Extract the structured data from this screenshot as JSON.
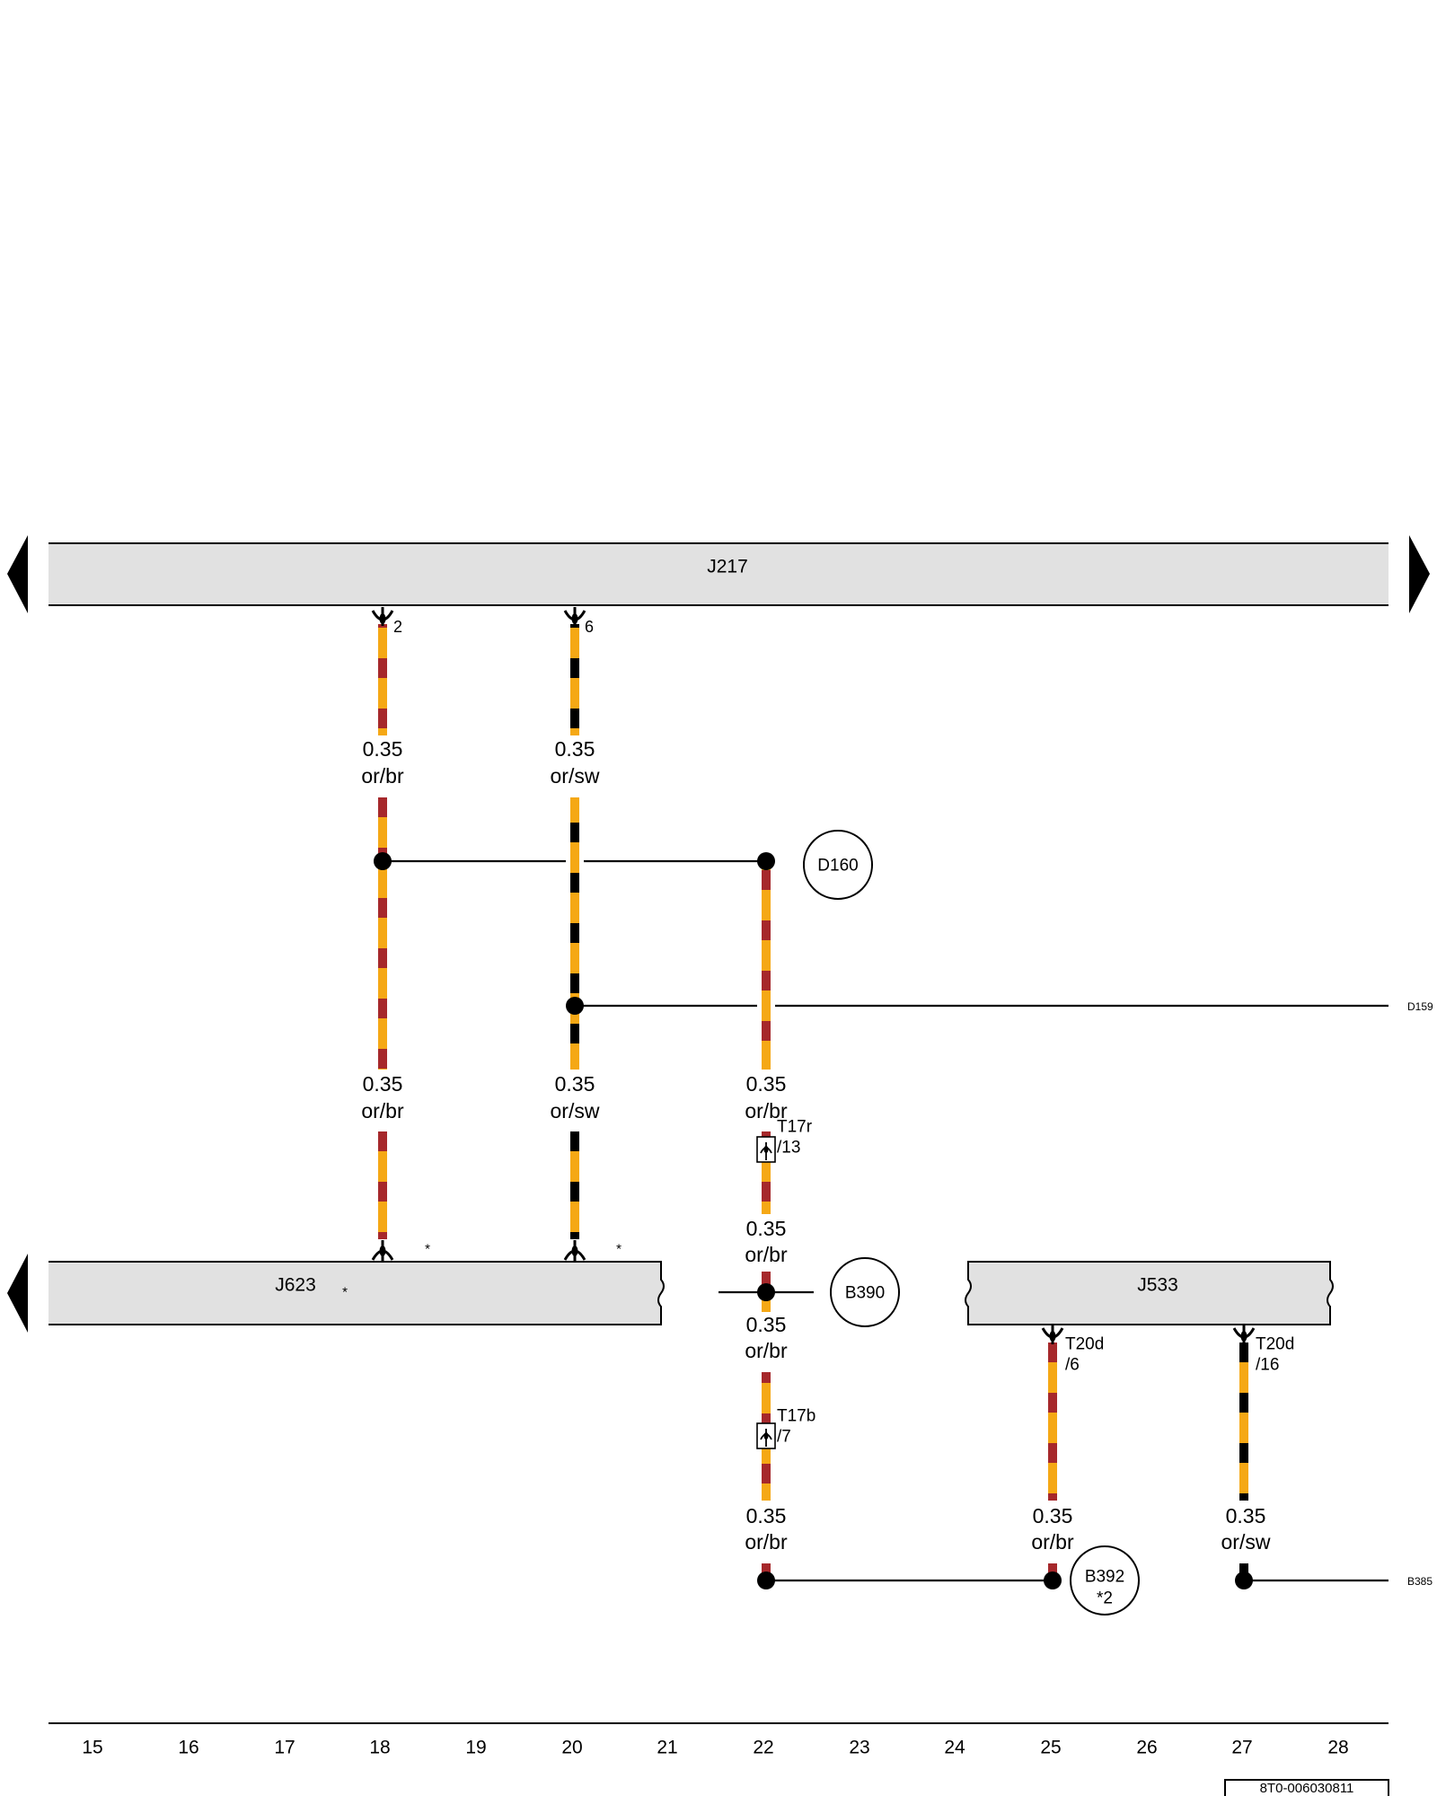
{
  "components": {
    "j217": {
      "label": "J217"
    },
    "j623": {
      "label": "J623",
      "asterisk": "*"
    },
    "j533": {
      "label": "J533"
    }
  },
  "pins": {
    "j217_wire_18": "2",
    "j217_wire_20": "6",
    "j623_wire_18_note": "*",
    "j623_wire_20_note": "*"
  },
  "connectors": {
    "t17r": {
      "name": "T17r",
      "pin": "/13"
    },
    "t17b": {
      "name": "T17b",
      "pin": "/7"
    },
    "t20d_a": {
      "name": "T20d",
      "pin": "/6"
    },
    "t20d_b": {
      "name": "T20d",
      "pin": "/16"
    }
  },
  "splices": {
    "d160": "D160",
    "d159": "D159",
    "b390": "B390",
    "b392": {
      "label": "B392",
      "note": "*2"
    },
    "b385": "B385"
  },
  "wire_labels": [
    {
      "size": "0.35",
      "color": "or/br"
    },
    {
      "size": "0.35",
      "color": "or/sw"
    },
    {
      "size": "0.35",
      "color": "or/br"
    },
    {
      "size": "0.35",
      "color": "or/sw"
    },
    {
      "size": "0.35",
      "color": "or/br"
    },
    {
      "size": "0.35",
      "color": "or/br"
    },
    {
      "size": "0.35",
      "color": "or/br"
    },
    {
      "size": "0.35",
      "color": "or/br"
    },
    {
      "size": "0.35",
      "color": "or/br"
    },
    {
      "size": "0.35",
      "color": "or/sw"
    }
  ],
  "track_numbers": [
    "15",
    "16",
    "17",
    "18",
    "19",
    "20",
    "21",
    "22",
    "23",
    "24",
    "25",
    "26",
    "27",
    "28"
  ],
  "document_id": "8T0-006030811",
  "colors": {
    "orange": "#f5a815",
    "brown": "#a6282b",
    "black": "#000000",
    "component_fill": "#e1e1e1"
  }
}
